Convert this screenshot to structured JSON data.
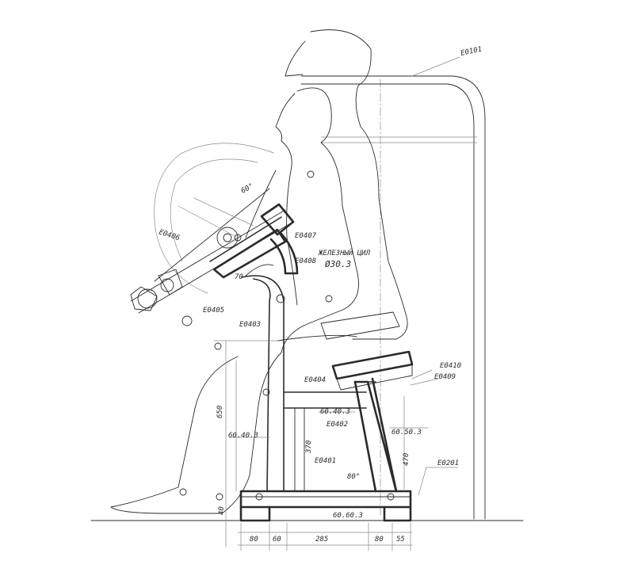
{
  "part_labels": {
    "frame_top": "E0101",
    "arm_pivot": "E0406",
    "back_pad": "E0407",
    "pad_block": "E0408",
    "arm_link": "E0405",
    "column_mid": "E0403",
    "column_upper": "E0404",
    "seat_bracket": "E0402",
    "column_base": "E0401",
    "seat_pad": "E0410",
    "seat_post": "E0409",
    "floor_plate": "E0201"
  },
  "annotations": {
    "angle_top": "60°",
    "angle_base": "80°",
    "angle_small": "70",
    "pipe_spec": "Ø30.3",
    "pipe_note": "ЖЕЛЕЗНЫЙ ЦИЛ"
  },
  "dimensions": {
    "column_section": "60.40.3",
    "bracket_section": "60.40.3",
    "post_section": "60.50.3",
    "base_section": "60.60.3",
    "height_main": "650",
    "height_column": "370",
    "height_post": "470",
    "base_gap": "40",
    "bottom": [
      "80",
      "60",
      "285",
      "80",
      "55"
    ]
  }
}
